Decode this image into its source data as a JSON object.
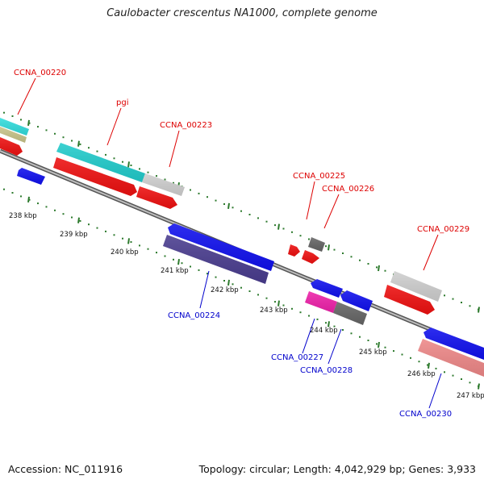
{
  "title": "Caulobacter crescentus NA1000, complete genome",
  "footer": {
    "accession": "Accession: NC_011916",
    "summary": "Topology: circular; Length: 4,042,929 bp; Genes: 3,933"
  },
  "colors": {
    "forward_label": "#dd0000",
    "reverse_label": "#0000cc",
    "backbone": "#8a8a8a",
    "tick_dots": "#2d7a2d"
  },
  "ticks": [
    "238 kbp",
    "239 kbp",
    "240 kbp",
    "241 kbp",
    "242 kbp",
    "243 kbp",
    "244 kbp",
    "245 kbp",
    "246 kbp",
    "247 kbp"
  ],
  "gene_labels": {
    "ccna_00220": "CCNA_00220",
    "pgi": "pgi",
    "ccna_00223": "CCNA_00223",
    "ccna_00225": "CCNA_00225",
    "ccna_00226": "CCNA_00226",
    "ccna_00229": "CCNA_00229",
    "ccna_00224": "CCNA_00224",
    "ccna_00227": "CCNA_00227",
    "ccna_00228": "CCNA_00228",
    "ccna_00230": "CCNA_00230"
  }
}
